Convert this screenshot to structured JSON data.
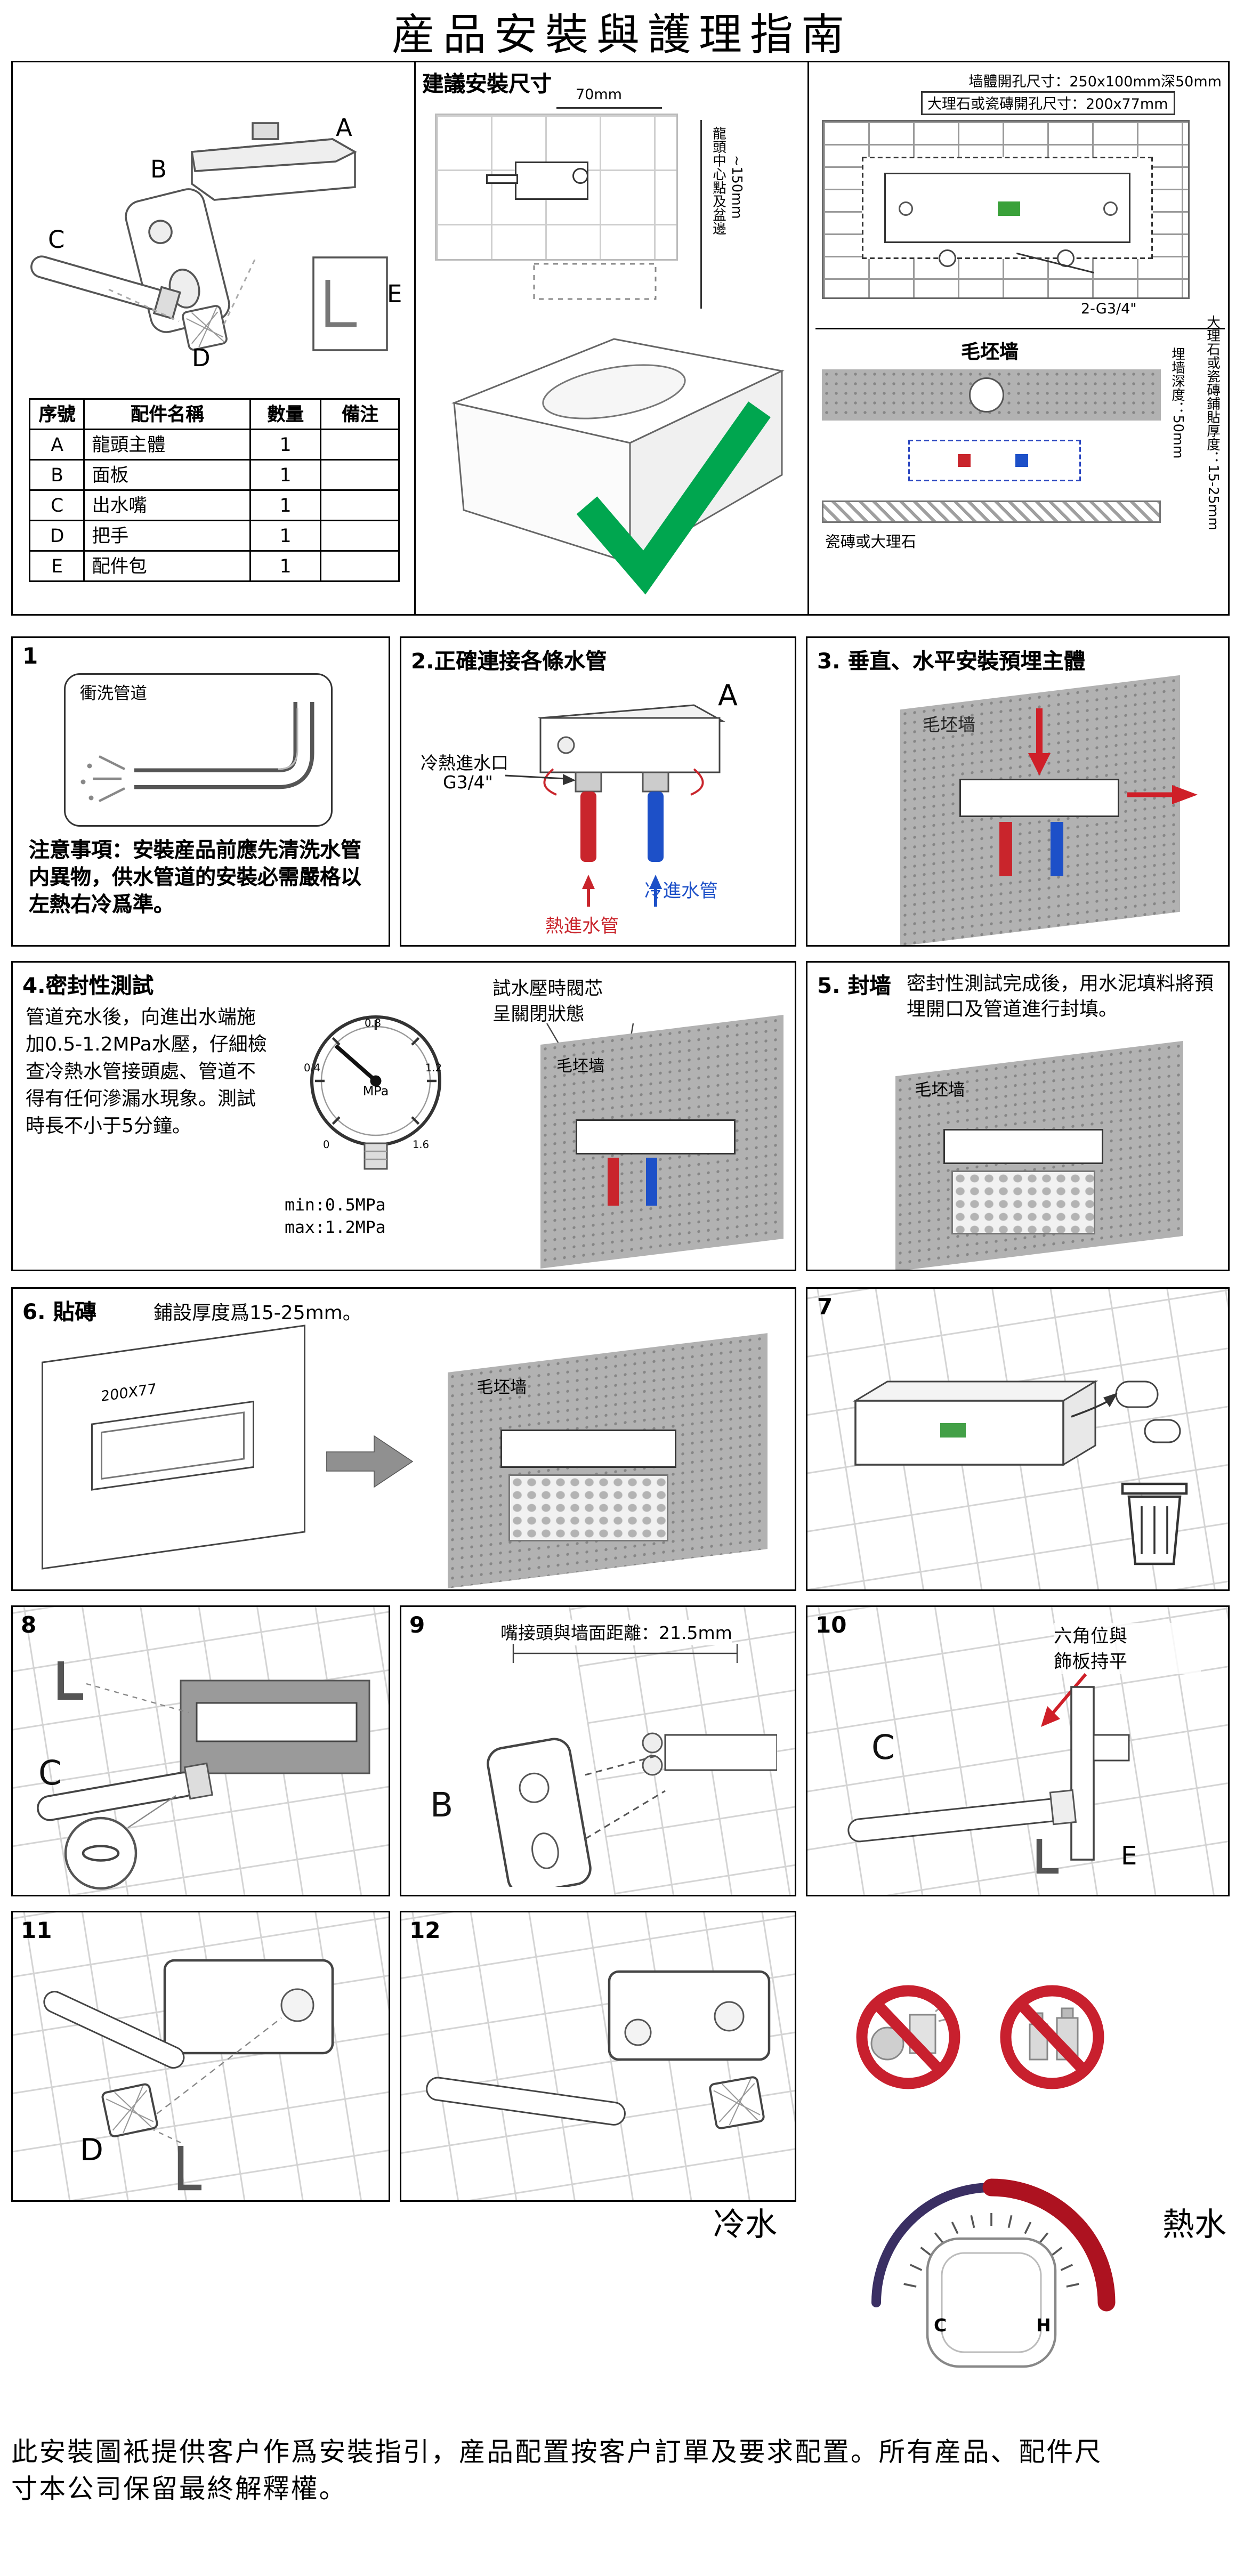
{
  "title": "産品安裝與護理指南",
  "overview": {
    "exploded_labels": {
      "a": "A",
      "b": "B",
      "c": "C",
      "d": "D",
      "e": "E"
    },
    "parts_table": {
      "headers": [
        "序號",
        "配件名稱",
        "數量",
        "備注"
      ],
      "rows": [
        {
          "id": "A",
          "name": "龍頭主體",
          "qty": "1",
          "note": ""
        },
        {
          "id": "B",
          "name": "面板",
          "qty": "1",
          "note": ""
        },
        {
          "id": "C",
          "name": "出水嘴",
          "qty": "1",
          "note": ""
        },
        {
          "id": "D",
          "name": "把手",
          "qty": "1",
          "note": ""
        },
        {
          "id": "E",
          "name": "配件包",
          "qty": "1",
          "note": ""
        }
      ]
    },
    "suggested": {
      "title": "建議安裝尺寸",
      "dim_top": "70mm",
      "center_note": "龍頭中心點及盆邊",
      "center_dim": "~150mm"
    },
    "wall": {
      "opening": "墙體開孔尺寸：250x100mm深50mm",
      "marble_opening": "大理石或瓷磚開孔尺寸：200x77mm",
      "thread": "2-G3/4\"",
      "rough_wall": "毛坯墙",
      "depth": "埋墙深度：50mm",
      "tile_layer": "瓷磚或大理石",
      "thickness": "大理石或瓷磚鋪貼厚度：15-25mm"
    }
  },
  "steps": {
    "s1": {
      "num": "1",
      "pipe_label": "衝洗管道",
      "text": "注意事項：安裝産品前應先清洗水管内異物，供水管道的安裝必需嚴格以左熱右冷爲準。"
    },
    "s2": {
      "title": "2.正確連接各條水管",
      "label": "A",
      "inlet": "冷熱進水口",
      "thread": "G3/4\"",
      "cold": "冷進水管",
      "hot": "熱進水管"
    },
    "s3": {
      "title": "3. 垂直、水平安裝預埋主體",
      "wall": "毛坯墙"
    },
    "s4": {
      "title": "4.密封性測試",
      "text": "管道充水後，向進出水端施加0.5-1.2MPa水壓，仔細檢查冷熱水管接頭處、管道不得有任何滲漏水現象。測試時長不小于5分鐘。",
      "valve_note": "試水壓時閥芯\n呈關閉狀態",
      "wall": "毛坯墙",
      "gauge": {
        "unit": "MPa",
        "min": "min:0.5MPa",
        "max": "max:1.2MPa",
        "ticks": [
          "0",
          "0.4",
          "0.8",
          "1.2",
          "1.6"
        ]
      }
    },
    "s5": {
      "title": "5. 封墙",
      "text": "密封性測試完成後，用水泥填料將預埋開口及管道進行封填。",
      "wall": "毛坯墙"
    },
    "s6": {
      "title": "6. 貼磚",
      "note": "鋪設厚度爲15-25mm。",
      "opening": "200X77",
      "wall": "毛坯墙"
    },
    "s7": {
      "num": "7"
    },
    "s8": {
      "num": "8",
      "label": "C"
    },
    "s9": {
      "num": "9",
      "note": "嘴接頭與墙面距離：21.5mm",
      "label": "B"
    },
    "s10": {
      "num": "10",
      "note": "六角位與\n飾板持平",
      "label_c": "C",
      "label_e": "E"
    },
    "s11": {
      "num": "11",
      "label": "D"
    },
    "s12": {
      "num": "12"
    }
  },
  "care": {
    "cold": "冷水",
    "hot": "熱水",
    "dial_c": "C",
    "dial_h": "H"
  },
  "footer": {
    "line1": "此安裝圖衹提供客户作爲安裝指引，産品配置按客户訂單及要求配置。所有産品、配件尺",
    "line2": "寸本公司保留最終解釋權。"
  }
}
